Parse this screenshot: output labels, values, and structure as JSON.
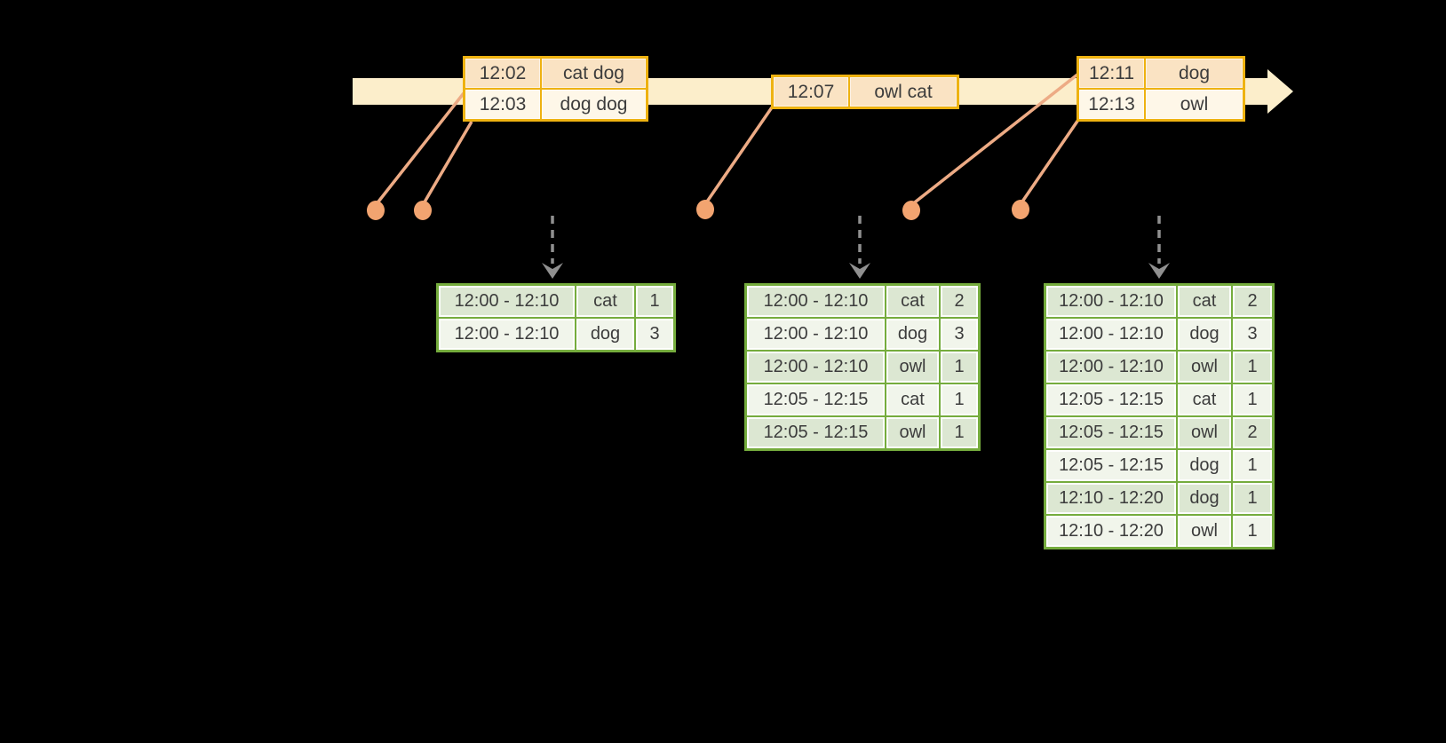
{
  "colors": {
    "bg": "#000000",
    "band": "#FCEECB",
    "gold": "#EEB211",
    "peach-dark": "#FAE3C3",
    "peach-light": "#FEF7E8",
    "salmon-line": "#EDAB85",
    "salmon-dot": "#F2A470",
    "gray-arrow": "#909090",
    "green-border": "#75AC3D",
    "green-dark": "#DCE7D2",
    "green-light": "#F1F5EB",
    "ink": "#3C3C3C"
  },
  "timeline": {
    "event_tables": [
      {
        "rows": [
          [
            "12:02",
            "cat dog"
          ],
          [
            "12:03",
            "dog dog"
          ]
        ]
      },
      {
        "rows": [
          [
            "12:07",
            "owl cat"
          ]
        ]
      },
      {
        "rows": [
          [
            "12:11",
            "dog"
          ],
          [
            "12:13",
            "owl"
          ]
        ]
      }
    ]
  },
  "result_tables": [
    {
      "rows": [
        [
          "12:00 - 12:10",
          "cat",
          "1"
        ],
        [
          "12:00 - 12:10",
          "dog",
          "3"
        ]
      ]
    },
    {
      "rows": [
        [
          "12:00 - 12:10",
          "cat",
          "2"
        ],
        [
          "12:00 - 12:10",
          "dog",
          "3"
        ],
        [
          "12:00 - 12:10",
          "owl",
          "1"
        ],
        [
          "12:05 - 12:15",
          "cat",
          "1"
        ],
        [
          "12:05 - 12:15",
          "owl",
          "1"
        ]
      ]
    },
    {
      "rows": [
        [
          "12:00 - 12:10",
          "cat",
          "2"
        ],
        [
          "12:00 - 12:10",
          "dog",
          "3"
        ],
        [
          "12:00 - 12:10",
          "owl",
          "1"
        ],
        [
          "12:05 - 12:15",
          "cat",
          "1"
        ],
        [
          "12:05 - 12:15",
          "owl",
          "2"
        ],
        [
          "12:05 - 12:15",
          "dog",
          "1"
        ],
        [
          "12:10 - 12:20",
          "dog",
          "1"
        ],
        [
          "12:10 - 12:20",
          "owl",
          "1"
        ]
      ]
    }
  ]
}
